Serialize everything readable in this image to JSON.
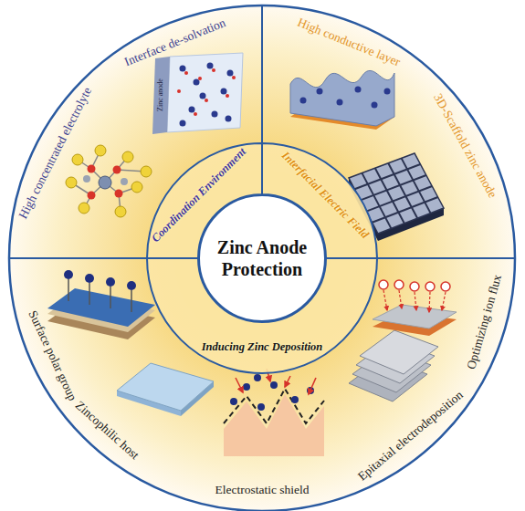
{
  "diagram": {
    "nodes": [
      {
        "text": [
          "Zinc Anode Protection"
        ]
      },
      {
        "text": [
          "Coordination Environment"
        ]
      },
      {
        "text": [
          "Interfacial Electric Field"
        ]
      },
      {
        "text": [
          "Inducing Zinc Deposition"
        ]
      }
    ],
    "labels": [
      "Interface de-solvation",
      "High concentrated electrolyte",
      "High conductive layer",
      "3D-Scaffold zinc anode",
      "Surface polar group",
      "Zincophilic host",
      "Electrostatic shield",
      "Epitaxial electrodeposition",
      "Optimizing ion flux",
      "Zinc anode"
    ]
  }
}
